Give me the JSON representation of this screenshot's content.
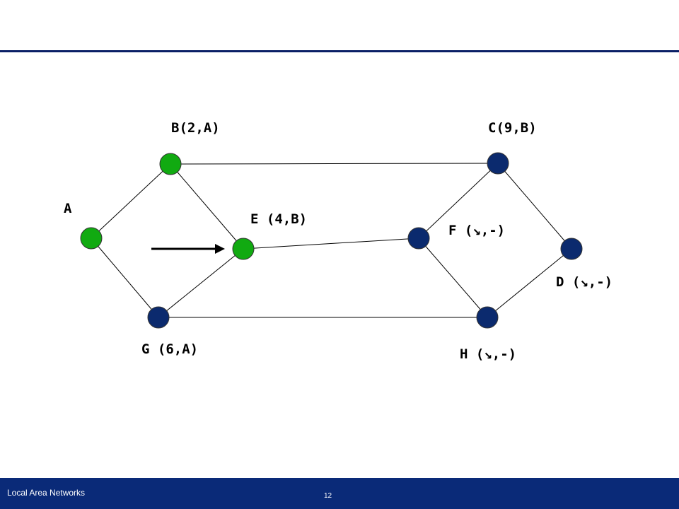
{
  "slide": {
    "footer_title": "Local Area Networks",
    "page_number": "12"
  },
  "colors": {
    "visited": "#11aa11",
    "unvisited": "#0b2a6e",
    "edge": "#000000",
    "rule": "#0a1f66",
    "footer": "#0a2a78"
  },
  "diagram": {
    "nodes": [
      {
        "id": "A",
        "label": "A",
        "state": "visited"
      },
      {
        "id": "B",
        "label": "B(2,A)",
        "state": "visited"
      },
      {
        "id": "E",
        "label": "E (4,B)",
        "state": "visited"
      },
      {
        "id": "G",
        "label": "G (6,A)",
        "state": "unvisited"
      },
      {
        "id": "C",
        "label": "C(9,B)",
        "state": "unvisited"
      },
      {
        "id": "F",
        "label": "F (↘,-)",
        "state": "unvisited"
      },
      {
        "id": "D",
        "label": "D (↘,-)",
        "state": "unvisited"
      },
      {
        "id": "H",
        "label": "H (↘,-)",
        "state": "unvisited"
      }
    ],
    "edges": [
      {
        "from": "A",
        "to": "B"
      },
      {
        "from": "A",
        "to": "G"
      },
      {
        "from": "B",
        "to": "E"
      },
      {
        "from": "G",
        "to": "E"
      },
      {
        "from": "B",
        "to": "C"
      },
      {
        "from": "E",
        "to": "F"
      },
      {
        "from": "G",
        "to": "H"
      },
      {
        "from": "C",
        "to": "F"
      },
      {
        "from": "C",
        "to": "D"
      },
      {
        "from": "F",
        "to": "H"
      },
      {
        "from": "H",
        "to": "D"
      }
    ],
    "current_node": "E"
  }
}
